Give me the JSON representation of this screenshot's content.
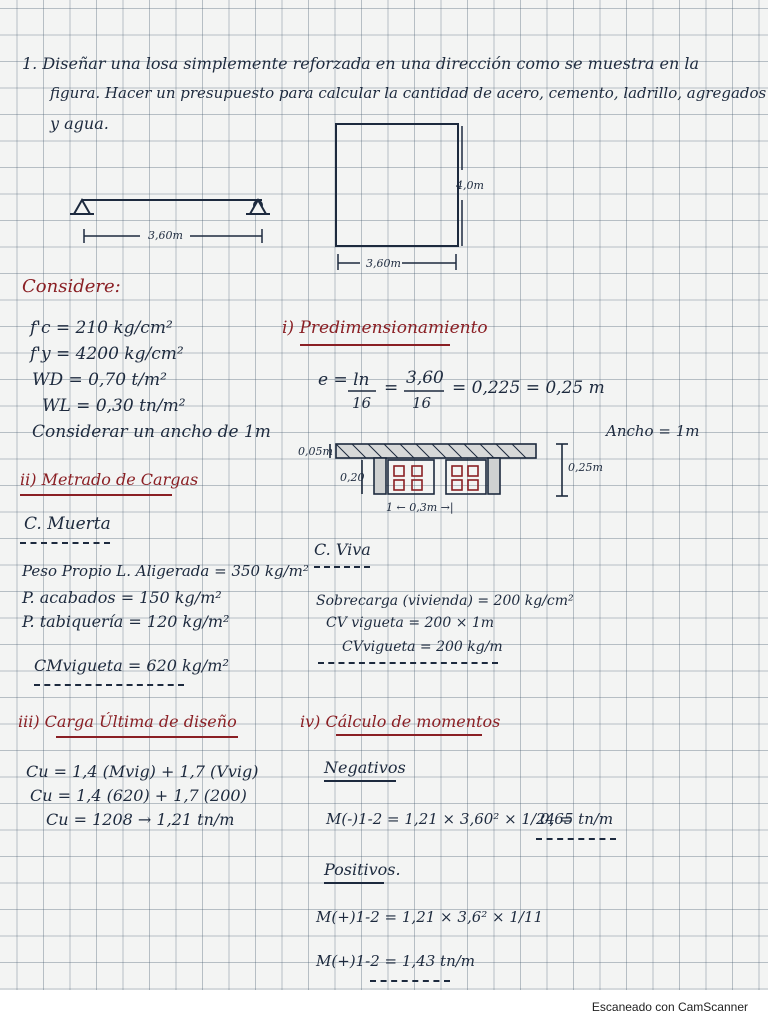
{
  "problem": {
    "line1": "1. Diseñar una losa simplemente reforzada en una dirección como se muestra en la",
    "line2": "figura. Hacer un presupuesto para calcular la cantidad de acero, cemento, ladrillo, agregados",
    "line3": "y agua."
  },
  "figures": {
    "beam_span": "3,60m",
    "slab_height": "4,0m",
    "slab_width": "3,60m"
  },
  "considere": {
    "title": "Considere:",
    "fc": "f'c = 210 kg/cm²",
    "fy": "f'y = 4200 kg/cm²",
    "wd": "WD = 0,70 t/m²",
    "wl": "WL = 0,30 tn/m²",
    "ancho": "Considerar un ancho de 1m"
  },
  "predim": {
    "title": "i) Predimensionamiento",
    "formula_left": "e = ln",
    "formula_den": "16",
    "formula_num2": "3,60",
    "formula_den2": "16",
    "formula_result": "= 0,225 = 0,25 m",
    "ancho": "Ancho = 1m",
    "dim_top": "0,05m",
    "dim_mid": "0,20",
    "dim_bottom": "1 ← 0,3m →|",
    "dim_total": "0,25m"
  },
  "metrado": {
    "title": "ii) Metrado de Cargas",
    "cm_title": "C. Muerta",
    "peso_propio": "Peso Propio L. Aligerada = 350 kg/m²",
    "acabados": "P. acabados = 150 kg/m²",
    "tabiqueria": "P. tabiquería = 120 kg/m²",
    "cm_vigueta": "CMvigueta = 620 kg/m²"
  },
  "cviva": {
    "title": "C. Viva",
    "sobrecarga": "Sobrecarga (vivienda) = 200 kg/cm²",
    "cv_vigueta": "CV vigueta = 200 × 1m",
    "cv_result": "CVvigueta = 200 kg/m"
  },
  "carga_ultima": {
    "title": "iii) Carga Última de diseño",
    "line1": "Cu = 1,4 (Mvig) + 1,7 (Vvig)",
    "line2": "Cu = 1,4 (620) + 1,7 (200)",
    "line3": "Cu = 1208 → 1,21 tn/m"
  },
  "momentos": {
    "title": "iv) Cálculo de momentos",
    "negativos": "Negativos",
    "neg_formula": "M(-)1-2 = 1,21 × 3,60² × 1/24 =",
    "neg_result": "0,65 tn/m",
    "positivos": "Positivos.",
    "pos_formula": "M(+)1-2 = 1,21 × 3,6² × 1/11",
    "pos_result": "M(+)1-2 = 1,43 tn/m"
  },
  "footer": {
    "scanner": "Escaneado con CamScanner"
  },
  "colors": {
    "ink": "#1d2a3e",
    "red_ink": "#8a1f24",
    "paper": "#f3f4f3"
  }
}
